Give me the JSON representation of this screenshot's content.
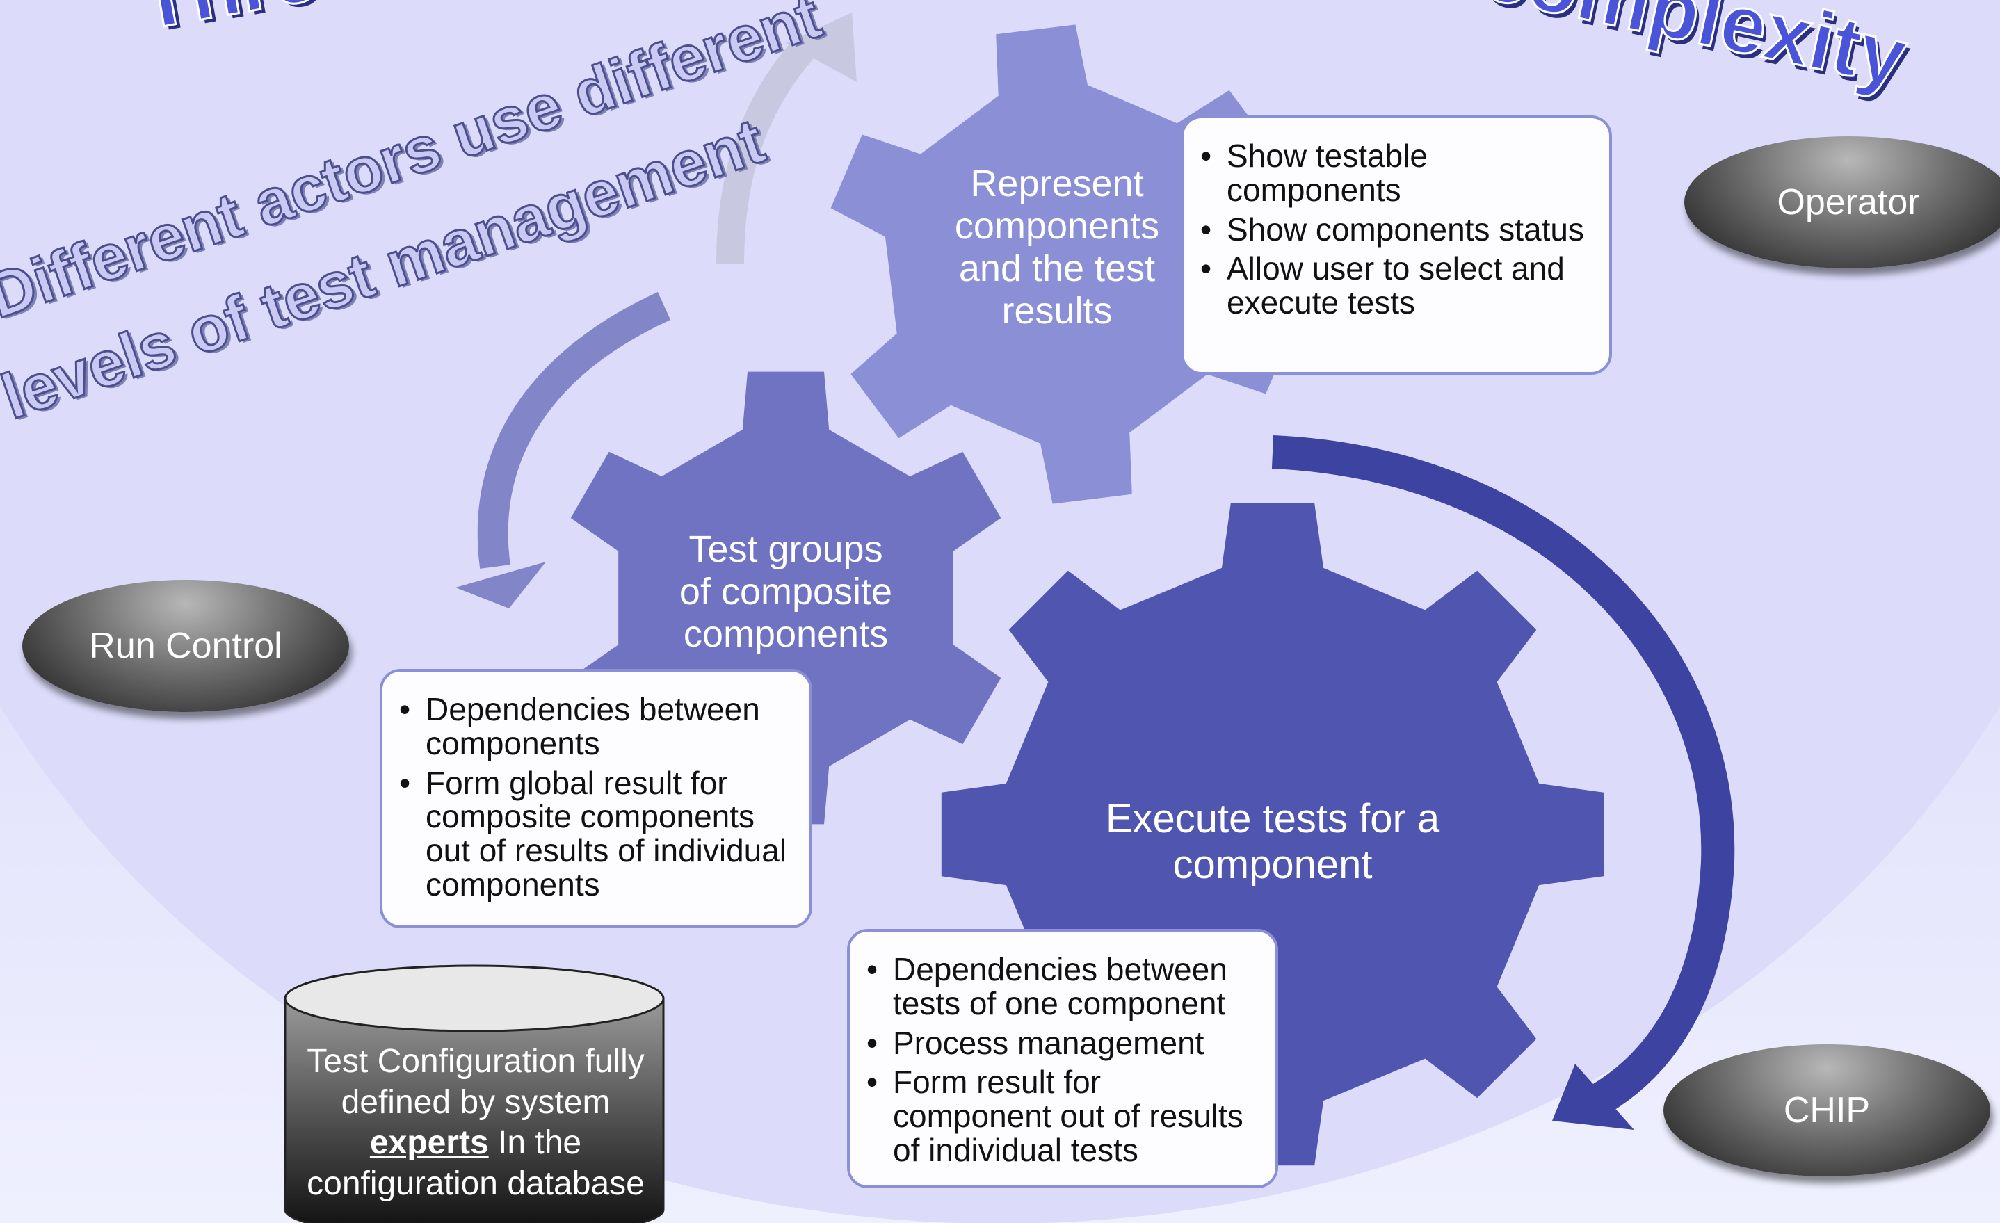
{
  "headline": {
    "left": "Three tier a",
    "right": "complexity"
  },
  "actors_note": {
    "line1": "Different actors use different",
    "line2": "levels of test management"
  },
  "gears": {
    "top": {
      "line1": "Represent",
      "line2": "components",
      "line3": "and the test",
      "line4": "results"
    },
    "middle": {
      "line1": "Test groups",
      "line2": "of composite",
      "line3": "components"
    },
    "large": {
      "line1": "Execute tests for a",
      "line2": "component"
    }
  },
  "boxes": {
    "top": [
      "Show testable components",
      "Show components status",
      "Allow user to select and execute  tests"
    ],
    "middle": [
      "Dependencies between components",
      "Form global result for composite components out of results of individual components"
    ],
    "large": [
      "Dependencies between tests of one component",
      "Process management",
      "Form result for component out of results of individual tests"
    ]
  },
  "actors": {
    "operator": "Operator",
    "run_control": "Run Control",
    "chip": "CHIP"
  },
  "database": {
    "line1": "Test Configuration fully",
    "line2": "defined by system",
    "emphasis": "experts",
    "line3_rest": " In the",
    "line4": "configuration database"
  },
  "colors": {
    "gear_top": "#8b8fd6",
    "gear_middle": "#6f73c2",
    "gear_large": "#5055b0",
    "arrow_dark": "#3c43a0",
    "arrow_mid": "#8286c9",
    "arrow_light": "#c8c8e0",
    "box_border": "#8b8fd6"
  }
}
